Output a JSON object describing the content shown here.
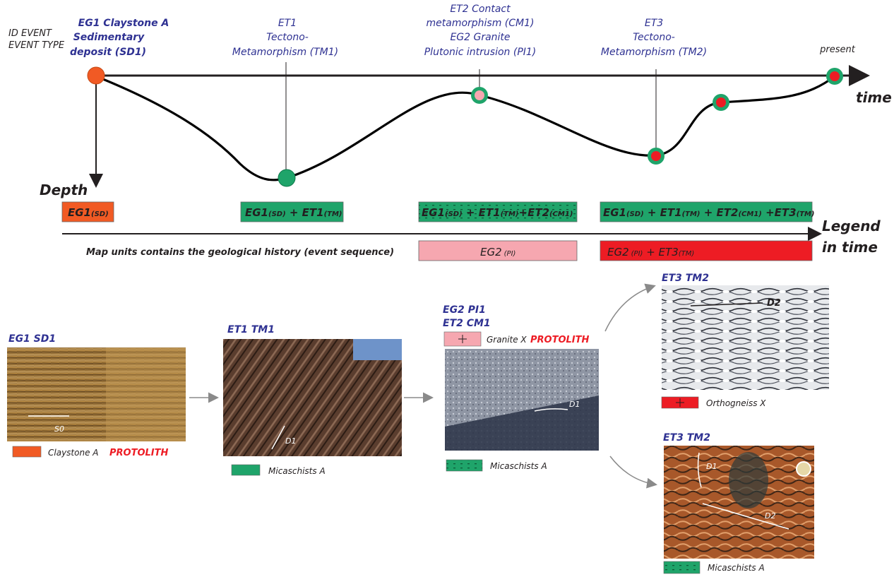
{
  "header": {
    "id_event": "ID EVENT",
    "event_type": "EVENT TYPE"
  },
  "events": [
    {
      "lines": [
        "EG1 Claystone A",
        "Sedimentary",
        "deposit (SD1)"
      ]
    },
    {
      "lines": [
        "ET1",
        "Tectono-",
        "Metamorphism (TM1)"
      ]
    },
    {
      "lines": [
        "ET2  Contact",
        "metamorphism (CM1)",
        "EG2  Granite",
        "Plutonic intrusion (PI1)"
      ]
    },
    {
      "lines": [
        "ET3",
        "Tectono-",
        "Metamorphism (TM2)"
      ]
    },
    {
      "lines": [
        "present"
      ]
    }
  ],
  "axes": {
    "time": "time",
    "depth": "Depth",
    "legend": [
      "Legend",
      "in time"
    ]
  },
  "legend_boxes": {
    "b1": {
      "main": "EG1",
      "sub": "(SD)"
    },
    "b2": {
      "parts": [
        [
          "EG1",
          "(SD)"
        ],
        [
          " + ET1",
          "(TM)"
        ]
      ]
    },
    "b3": {
      "parts": [
        [
          "EG1",
          "(SD)"
        ],
        [
          " + ET1",
          "(TM)"
        ],
        [
          "+ET2",
          "(CM1)"
        ]
      ]
    },
    "b4": {
      "parts": [
        [
          "EG1",
          "(SD)"
        ],
        [
          " + ET1",
          "(TM)"
        ],
        [
          " + ET2",
          "(CM1)"
        ],
        [
          " +ET3",
          "(TM)"
        ]
      ]
    },
    "b5": {
      "main": "EG2",
      "sub": "(PI)"
    },
    "b6": {
      "parts": [
        [
          "EG2",
          "(PI)"
        ],
        [
          " + ET3",
          "(TM)"
        ]
      ]
    }
  },
  "caption": "Map units contains the geological history (event sequence)",
  "photos": {
    "p1": {
      "title": "EG1 SD1",
      "annotation": "S0",
      "legend": "Claystone A",
      "tag": "PROTOLITH"
    },
    "p2": {
      "title": "ET1  TM1",
      "annotation": "D1",
      "legend": "Micaschists A"
    },
    "p3": {
      "title": [
        "EG2  PI1",
        "ET2  CM1"
      ],
      "annotation": "D1",
      "legend_top": "Granite X",
      "tag": "PROTOLITH",
      "legend": "Micaschists A"
    },
    "p4": {
      "title": "ET3   TM2",
      "annotation": "D2",
      "legend": "Orthogneiss X"
    },
    "p5": {
      "title": "ET3   TM2",
      "annotation1": "D1",
      "annotation2": "D2",
      "legend": "Micaschists A"
    }
  },
  "colors": {
    "event_text": "#2e3192",
    "claystone": "#f15a24",
    "micaschist": "#1fa46a",
    "granite": "#f6a7b0",
    "orthogneiss": "#ed1c24",
    "protolith": "#ed1c24"
  }
}
